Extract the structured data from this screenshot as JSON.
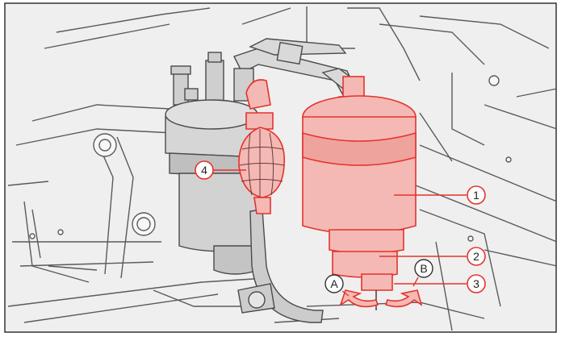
{
  "callouts": [
    {
      "id": "1",
      "label": "1"
    },
    {
      "id": "2",
      "label": "2"
    },
    {
      "id": "3",
      "label": "3"
    },
    {
      "id": "4",
      "label": "4"
    }
  ],
  "arrows": [
    {
      "id": "A",
      "label": "A"
    },
    {
      "id": "B",
      "label": "B"
    }
  ],
  "colors": {
    "highlight": "#e5322d",
    "highlight_fill": "#f4b9b4",
    "line_art": "#4a4a4a",
    "background": "#efefef",
    "frame": "#333333"
  }
}
